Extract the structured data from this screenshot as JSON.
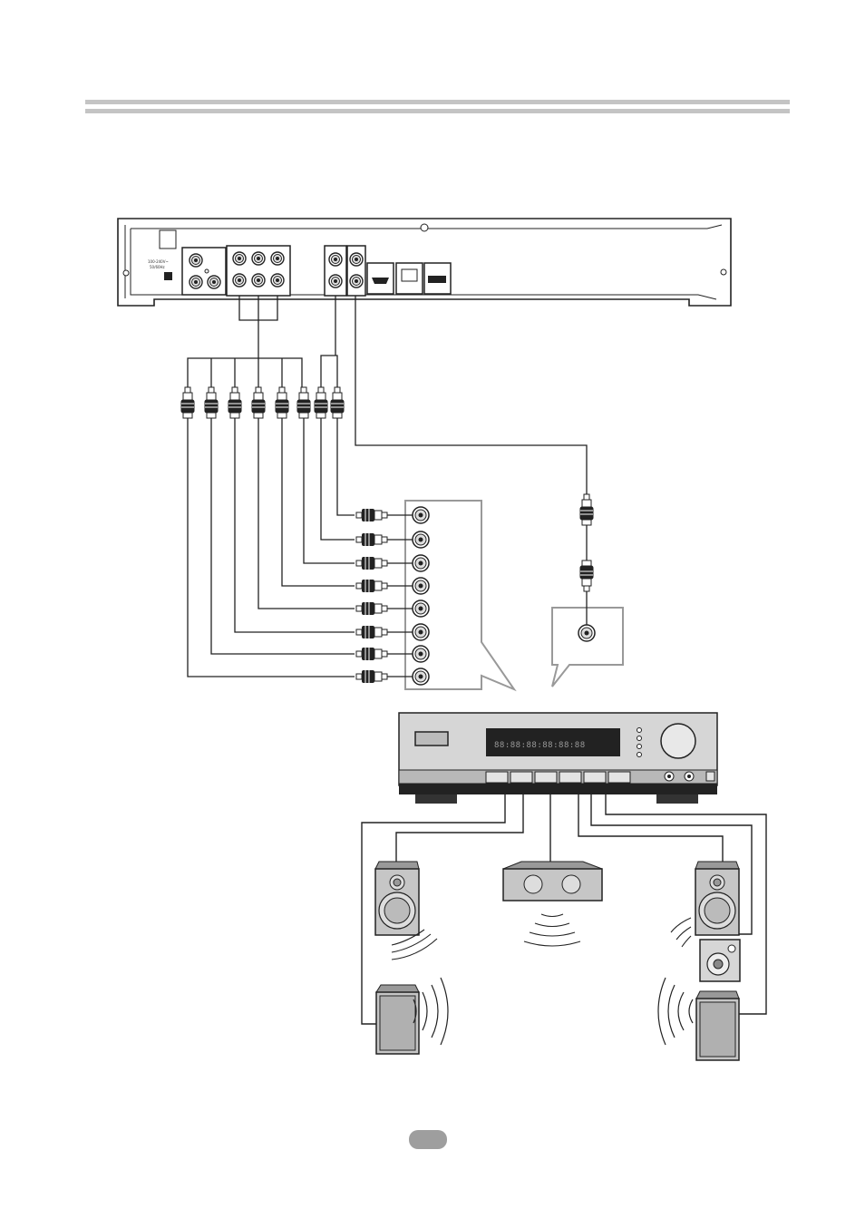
{
  "header": {
    "rule_color": "#c4c4c4"
  },
  "player": {
    "power_label_line1": "100-240V~",
    "power_label_line2": "50/60Hz"
  },
  "receiver": {
    "display_text": "88:88:88:88:88:88"
  },
  "page": {
    "number": ""
  }
}
